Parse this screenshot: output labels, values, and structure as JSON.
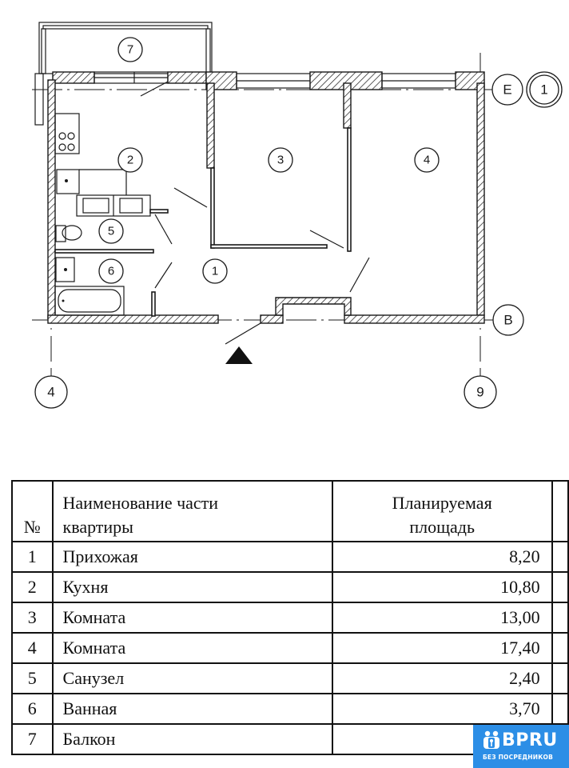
{
  "plan": {
    "title": "Floor plan",
    "room_markers": [
      {
        "id": "1",
        "label": "1"
      },
      {
        "id": "2",
        "label": "2"
      },
      {
        "id": "3",
        "label": "3"
      },
      {
        "id": "4",
        "label": "4"
      },
      {
        "id": "5",
        "label": "5"
      },
      {
        "id": "6",
        "label": "6"
      },
      {
        "id": "7",
        "label": "7"
      }
    ],
    "axis_markers": {
      "row_top": "E",
      "row_bottom": "B",
      "col_left": "4",
      "col_right": "9",
      "section": "1"
    },
    "entrance_icon": "entrance-triangle-icon"
  },
  "table": {
    "headers": {
      "num": "№",
      "name_line1": "Наименование части",
      "name_line2": "квартиры",
      "area_line1": "Планируемая",
      "area_line2": "площадь"
    },
    "rows": [
      {
        "num": "1",
        "name": "Прихожая",
        "area": "8,20"
      },
      {
        "num": "2",
        "name": "Кухня",
        "area": "10,80"
      },
      {
        "num": "3",
        "name": "Комната",
        "area": "13,00"
      },
      {
        "num": "4",
        "name": "Комната",
        "area": "17,40"
      },
      {
        "num": "5",
        "name": "Санузел",
        "area": "2,40"
      },
      {
        "num": "6",
        "name": "Ванная",
        "area": "3,70"
      },
      {
        "num": "7",
        "name": "Балкон",
        "area": ""
      }
    ]
  },
  "logo": {
    "name": "BPRU",
    "tagline": "БЕЗ ПОСРЕДНИКОВ",
    "color": "#2c8ee6"
  }
}
